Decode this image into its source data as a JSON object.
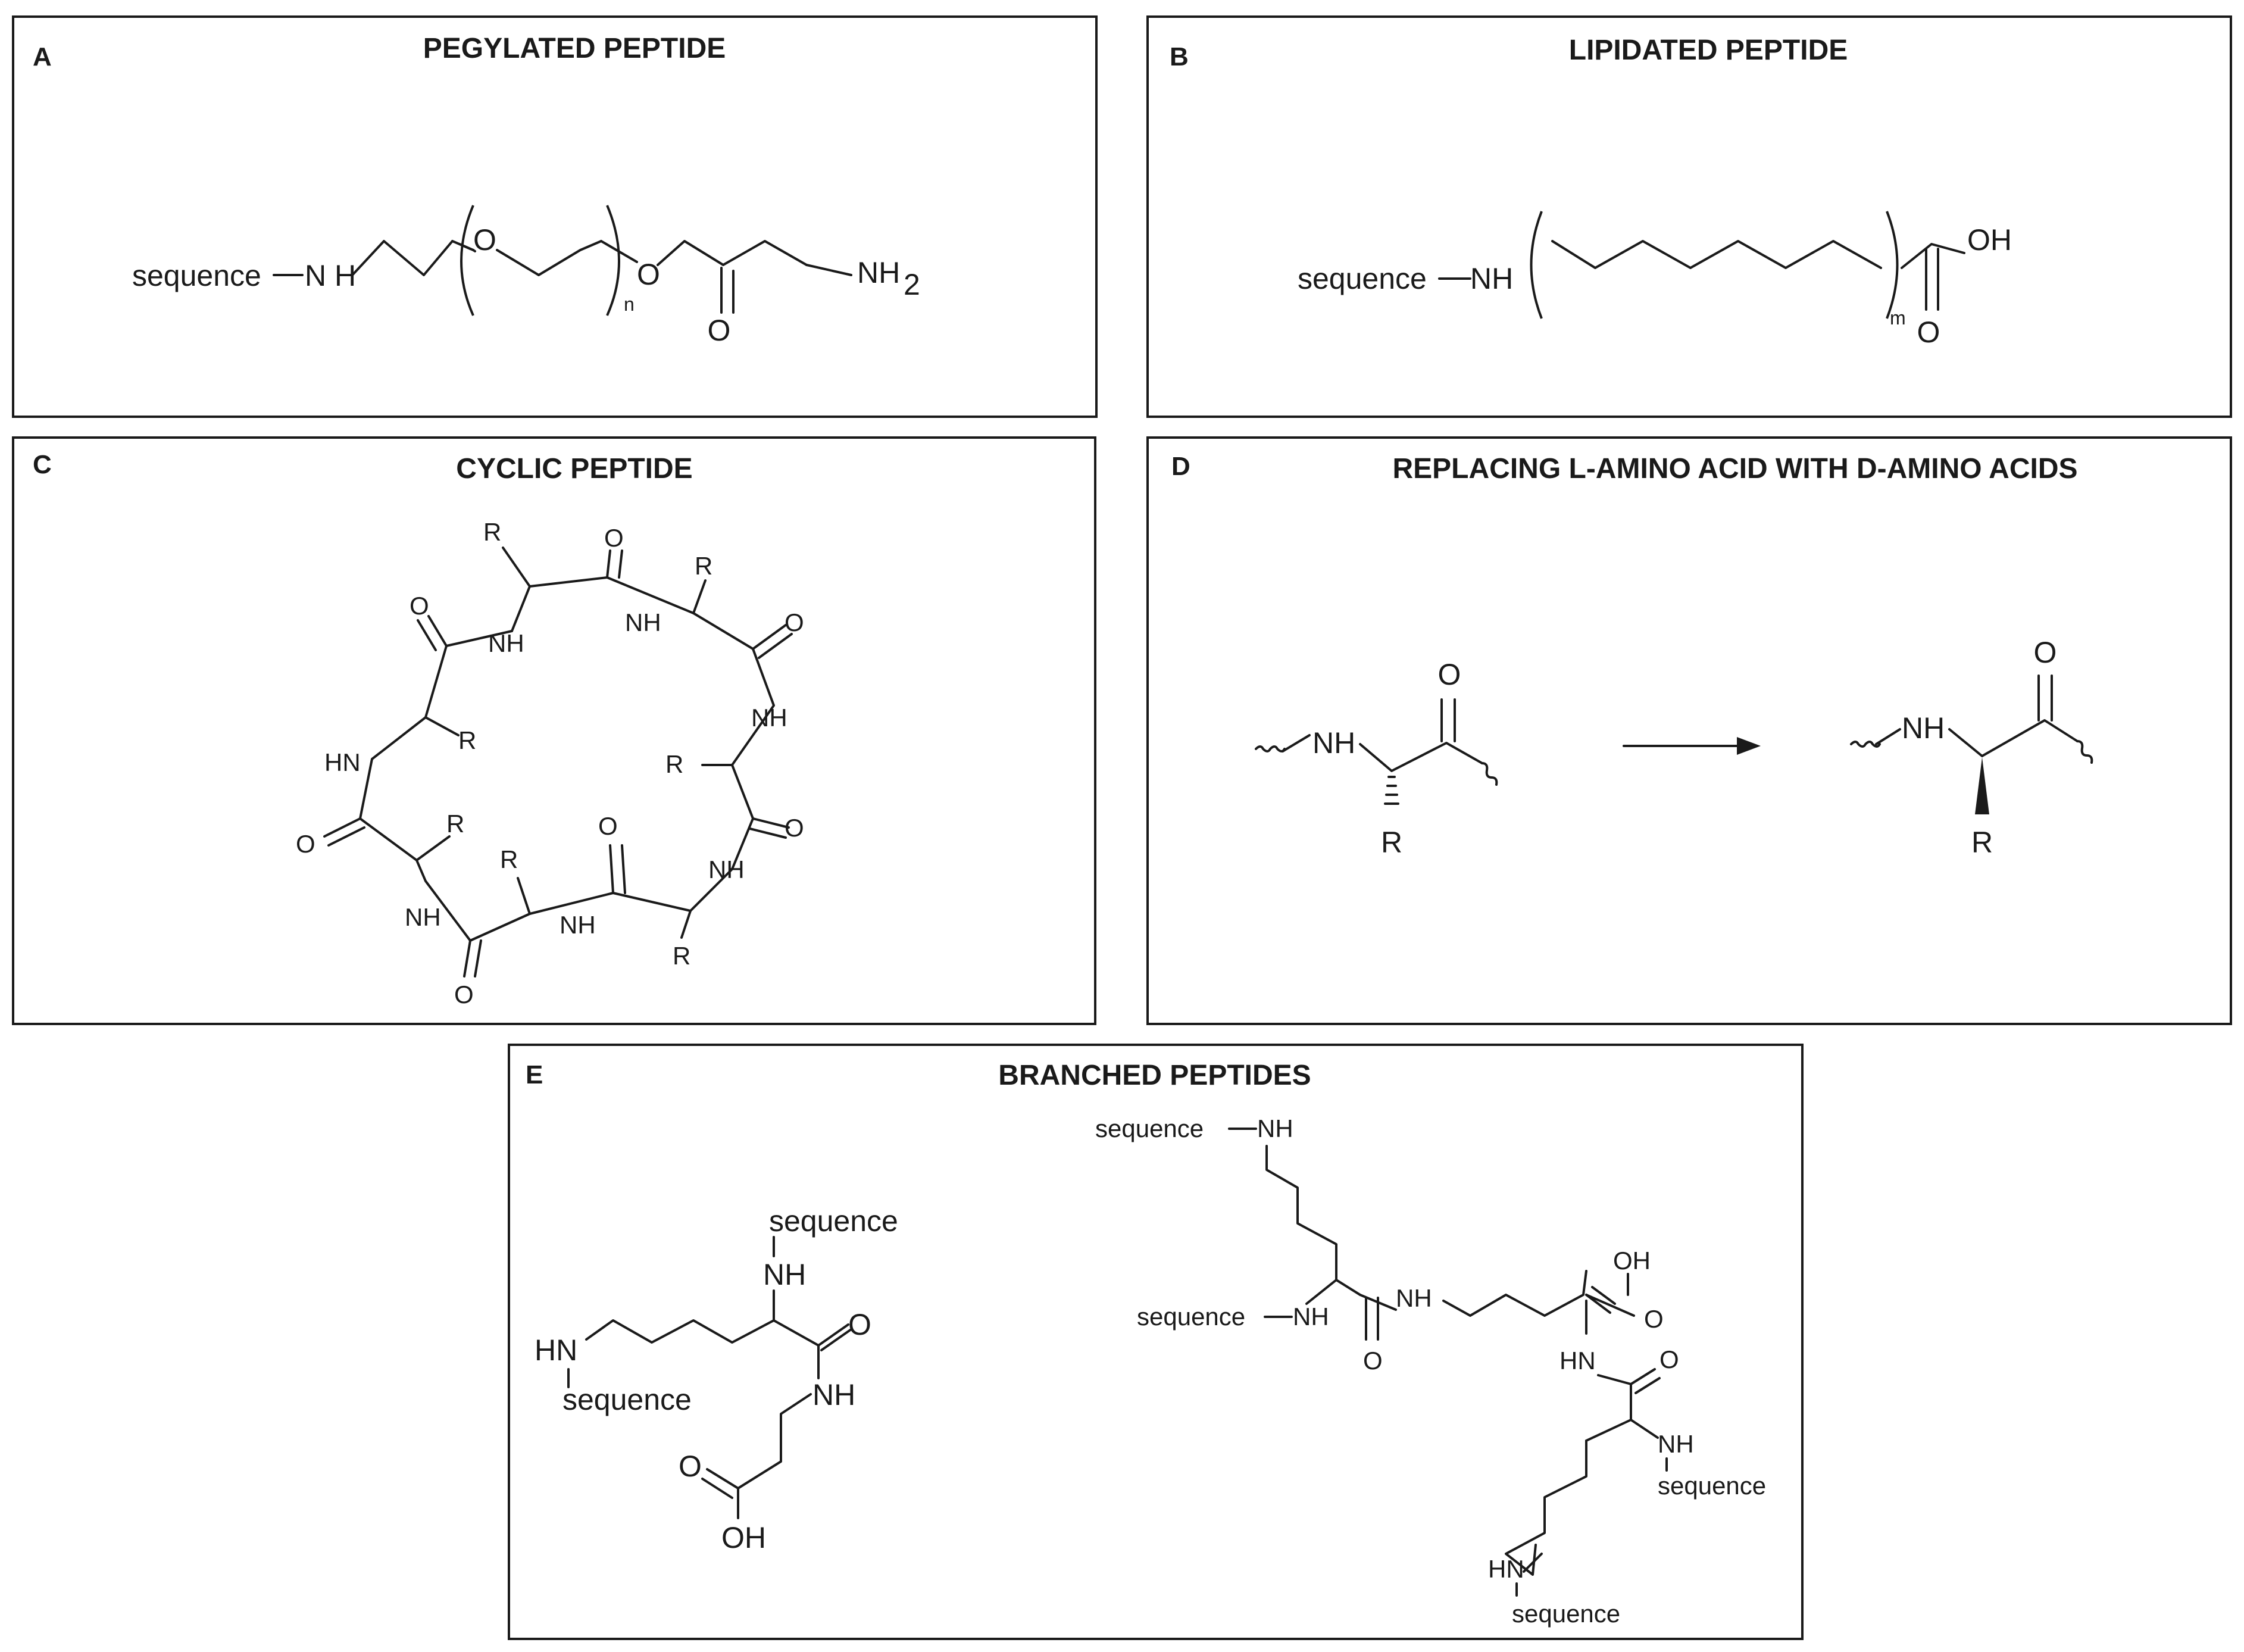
{
  "panels": {
    "a": {
      "letter": "A",
      "title": "PEGYLATED PEPTIDE",
      "repeat": "n"
    },
    "b": {
      "letter": "B",
      "title": "LIPIDATED PEPTIDE",
      "repeat": "m"
    },
    "c": {
      "letter": "C",
      "title": "CYCLIC  PEPTIDE"
    },
    "d": {
      "letter": "D",
      "title": "REPLACING L-AMINO ACID WITH D-AMINO ACIDS"
    },
    "e": {
      "letter": "E",
      "title": "BRANCHED PEPTIDES"
    }
  },
  "labels": {
    "sequence": "sequence",
    "nh": "NH",
    "nh_spaced": "N H",
    "hn": "HN",
    "nh2": "NH",
    "sub2": "2",
    "o": "O",
    "oh": "OH",
    "r": "R"
  },
  "colors": {
    "ink": "#1a1a1a",
    "background": "#ffffff"
  }
}
